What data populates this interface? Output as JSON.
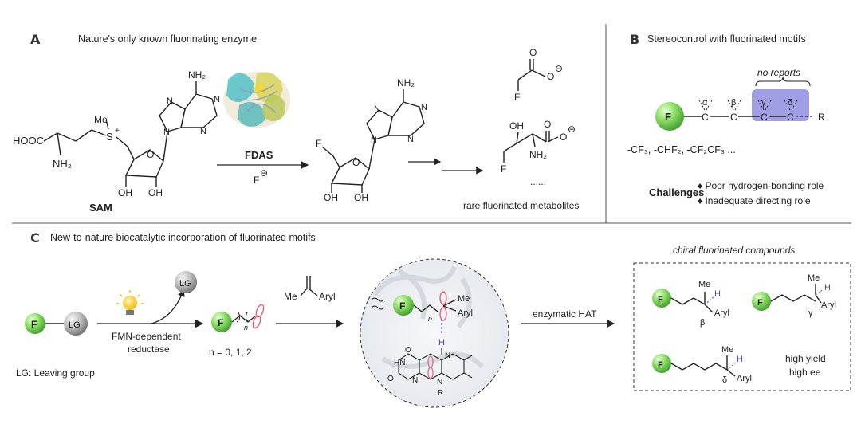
{
  "panel_a": {
    "letter": "A",
    "title": "Nature's only known fluorinating enzyme",
    "sam": {
      "label": "SAM",
      "hooc": "HOOC",
      "nh2": "NH₂",
      "me": "Me",
      "s": "S",
      "plus": "+",
      "oh1": "OH",
      "oh2": "OH",
      "adenine_nh2": "NH₂",
      "n_atoms": [
        "N",
        "N",
        "N",
        "N"
      ]
    },
    "enzyme": "FDAS",
    "fluoride": "F",
    "fluoride_charge": "⊖",
    "product": {
      "f": "F",
      "oh1": "OH",
      "oh2": "OH",
      "adenine_nh2": "NH₂",
      "n_atoms": [
        "N",
        "N",
        "N",
        "N"
      ]
    },
    "metabolites": {
      "fluoroacetate_o": "O",
      "fluoroacetate_f": "F",
      "charge": "⊖",
      "oh": "OH",
      "nh2": "NH₂",
      "f": "F",
      "dots": "......",
      "caption": "rare fluorinated metabolites"
    }
  },
  "panel_b": {
    "letter": "B",
    "title": "Stereocontrol with fluorinated motifs",
    "no_reports": "no reports",
    "f_label": "F",
    "greek": [
      "α",
      "β",
      "γ",
      "δ"
    ],
    "carbon": "C",
    "r_label": "R",
    "examples": "-CF₃, -CHF₂, -CF₂CF₃ ...",
    "challenges_label": "Challenges",
    "challenges": [
      "♦ Poor hydrogen-bonding role",
      "♦ Inadequate directing role"
    ]
  },
  "panel_c": {
    "letter": "C",
    "title": "New-to-nature biocatalytic incorporation of fluorinated motifs",
    "f_label": "F",
    "lg_label": "LG",
    "lg_legend": "LG: Leaving group",
    "reductase": [
      "FMN-dependent",
      "reductase"
    ],
    "n_values": "n = 0, 1, 2",
    "n_sub": "n",
    "alkene_me": "Me",
    "alkene_aryl": "Aryl",
    "active_site": {
      "me": "Me",
      "aryl": "Aryl",
      "n_sub": "n",
      "h": "H",
      "hn": "HN",
      "o1": "O",
      "o2": "O",
      "n1": "N",
      "n2": "N",
      "n3": "N",
      "r": "R"
    },
    "hat_label": "enzymatic HAT",
    "products_title": "chiral fluorinated compounds",
    "products": [
      {
        "me": "Me",
        "h": "H",
        "aryl": "Aryl",
        "greek": "β"
      },
      {
        "me": "Me",
        "h": "H",
        "aryl": "Aryl",
        "greek": "γ"
      },
      {
        "me": "Me",
        "h": "H",
        "aryl": "Aryl",
        "greek": "δ"
      }
    ],
    "yield_text": [
      "high yield",
      "high ee"
    ]
  },
  "colors": {
    "fluorine_ball": "#7dd35a",
    "lg_ball": "#b9b9b9",
    "highlight_box": "#8f8ee0",
    "hydrogen": "#4a4ab8",
    "radical_orbital": "#e0607a",
    "bulb": "#f2c21a"
  }
}
